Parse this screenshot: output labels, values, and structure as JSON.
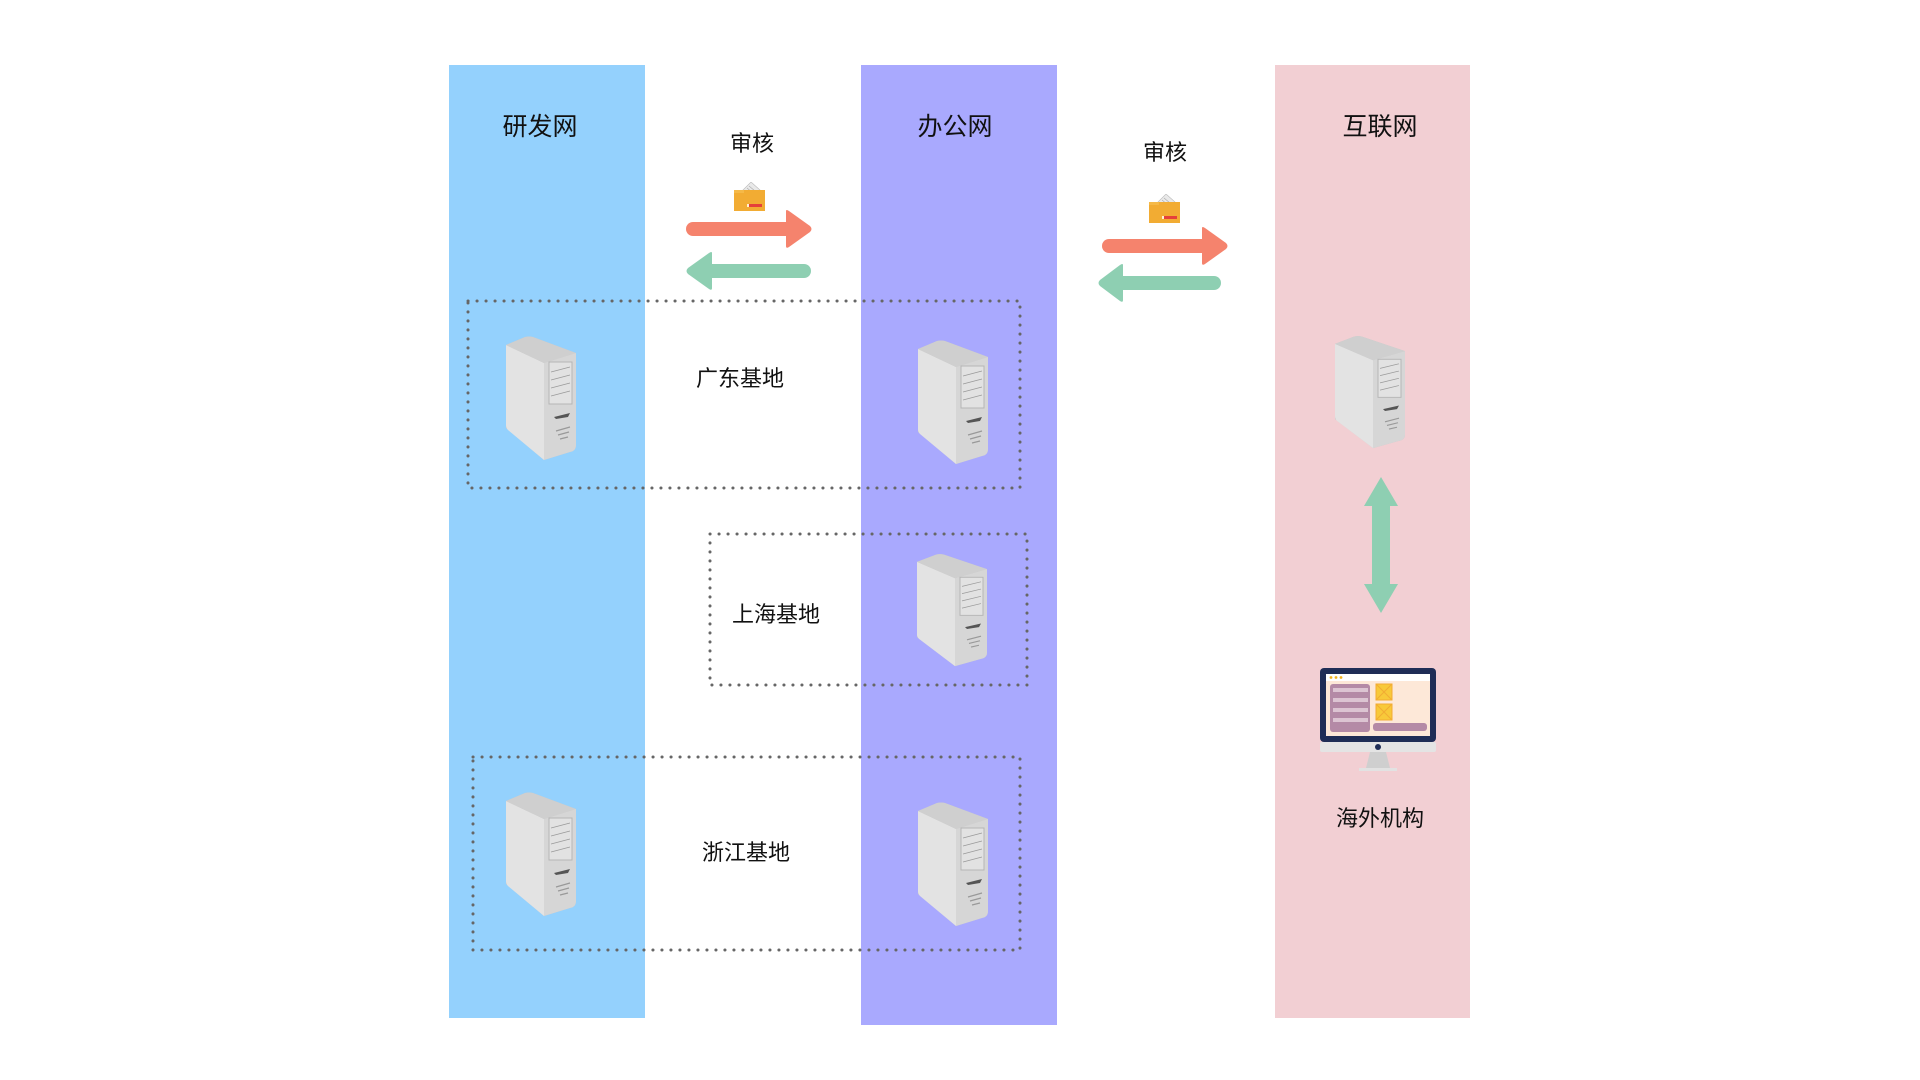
{
  "zones": {
    "rd_net": {
      "title": "研发网",
      "color": "#94d1fd"
    },
    "office_net": {
      "title": "办公网",
      "color": "#a9a9fe"
    },
    "internet": {
      "title": "互联网",
      "color": "#f2cfd3"
    }
  },
  "links": [
    {
      "label": "审核",
      "from": "研发网",
      "to": "办公网",
      "forward_color": "#f5836d",
      "backward_color": "#8ecfb2",
      "icon": "folder-icon"
    },
    {
      "label": "审核",
      "from": "办公网",
      "to": "互联网",
      "forward_color": "#f5836d",
      "backward_color": "#8ecfb2",
      "icon": "folder-icon"
    }
  ],
  "sites": [
    {
      "name": "广东基地",
      "servers_in": [
        "研发网",
        "办公网"
      ]
    },
    {
      "name": "上海基地",
      "servers_in": [
        "办公网"
      ]
    },
    {
      "name": "浙江基地",
      "servers_in": [
        "研发网",
        "办公网"
      ]
    }
  ],
  "overseas": {
    "label": "海外机构",
    "link": "bidirectional",
    "link_color": "#8ecfb2"
  },
  "colors": {
    "border_dots": "#666666",
    "arrow_forward": "#f5836d",
    "arrow_backward": "#8ecfb2",
    "folder": "#f2ac33"
  }
}
